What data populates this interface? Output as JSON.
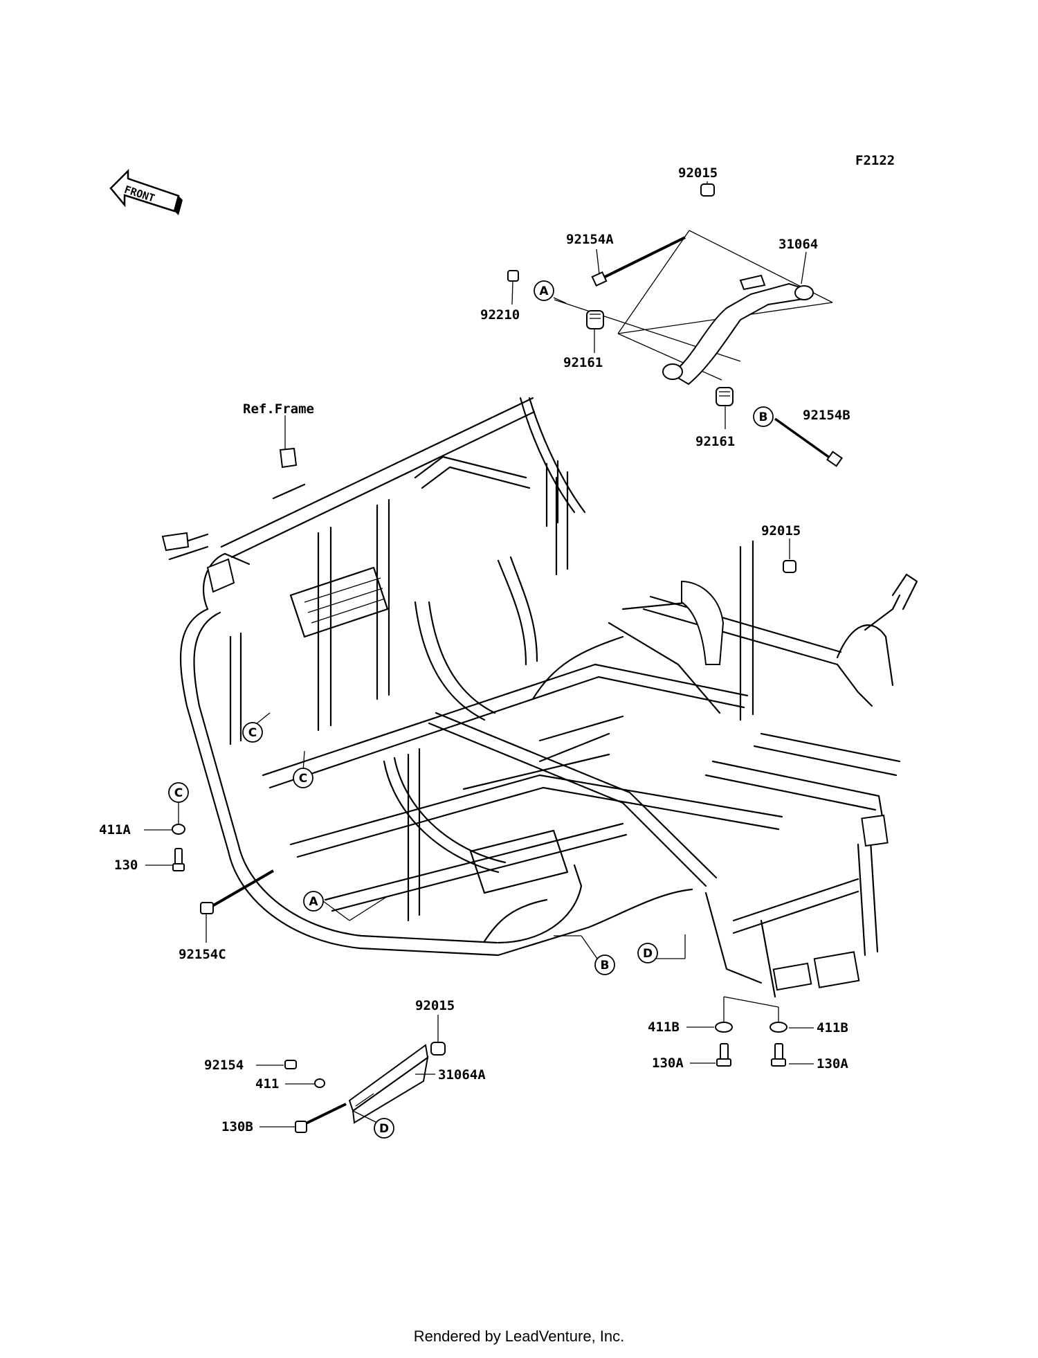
{
  "figure_code": "F2122",
  "front_arrow_text": "FRONT",
  "ref_frame_label": "Ref.Frame",
  "part_labels": {
    "p92015_top": "92015",
    "p92154A": "92154A",
    "p31064": "31064",
    "p92210": "92210",
    "p92161_left": "92161",
    "p92161_right": "92161",
    "p92154B": "92154B",
    "p92015_mid": "92015",
    "p411A": "411A",
    "p130": "130",
    "p92154C": "92154C",
    "p92015_bottom": "92015",
    "p92154": "92154",
    "p411": "411",
    "p31064A": "31064A",
    "p130B": "130B",
    "p411B_left": "411B",
    "p411B_right": "411B",
    "p130A_left": "130A",
    "p130A_right": "130A"
  },
  "callouts": {
    "A_top": "A",
    "B_top": "B",
    "C_left1": "C",
    "C_left2": "C",
    "C_legend": "C",
    "A_frame": "A",
    "B_frame": "B",
    "D_frame": "D",
    "D_bracket": "D"
  },
  "footer_text": "Rendered by LeadVenture, Inc."
}
